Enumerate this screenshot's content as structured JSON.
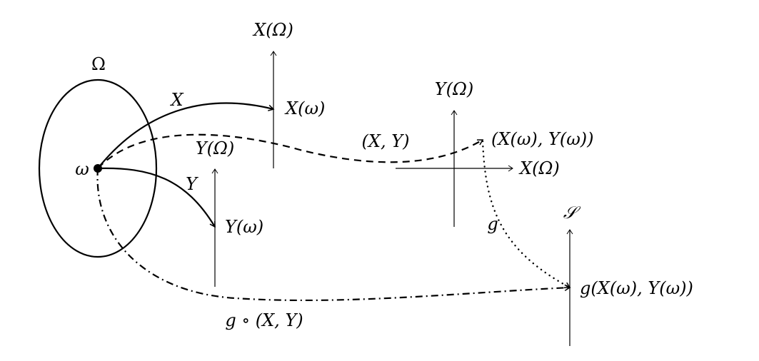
{
  "labels": {
    "omega_space": "Ω",
    "omega": "ω",
    "map_x": "X",
    "map_y": "Y",
    "x_range": "X(Ω)",
    "x_value": "X(ω)",
    "y_range": "Y(Ω)",
    "y_value": "Y(ω)",
    "pair_map": "(X, Y)",
    "plane_y_range": "Y(Ω)",
    "plane_x_range": "X(Ω)",
    "pair_value": "(X(ω), Y(ω))",
    "g_map": "g",
    "s_space": "𝒮",
    "g_value": "g(X(ω), Y(ω))",
    "composition": "g ∘ (X, Y)"
  }
}
